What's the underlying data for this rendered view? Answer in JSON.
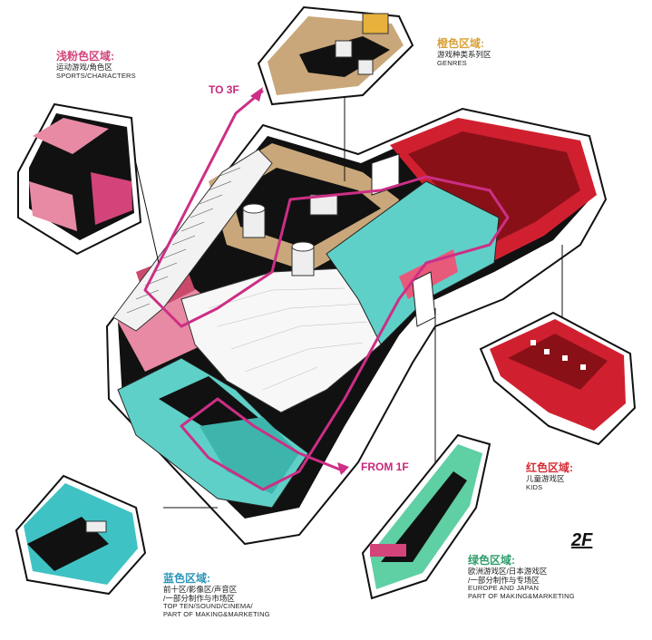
{
  "floor_label": "2F",
  "routes": {
    "to": "TO 3F",
    "from": "FROM 1F"
  },
  "zones": [
    {
      "id": "pink",
      "title": "浅粉色区域:",
      "sub_cn": "运动游戏/角色区",
      "sub_en": "SPORTS/CHARACTERS",
      "color": "#d2447a"
    },
    {
      "id": "orange",
      "title": "橙色区域:",
      "sub_cn": "游戏种类系列区",
      "sub_en": "GENRES",
      "color": "#d9a23a"
    },
    {
      "id": "red",
      "title": "红色区域:",
      "sub_cn": "儿童游戏区",
      "sub_en": "KIDS",
      "color": "#d62b34"
    },
    {
      "id": "green",
      "title": "绿色区域:",
      "sub_cn": "欧洲游戏区/日本游戏区",
      "sub_cn2": "/一部分制作与专场区",
      "sub_en": "EUROPE AND JAPAN",
      "sub_en2": "PART OF MAKING&MARKETING",
      "color": "#2f9e6a"
    },
    {
      "id": "blue",
      "title": "蓝色区域:",
      "sub_cn": "前十区/影像区/声音区",
      "sub_cn2": "/一部分制作与市场区",
      "sub_en": "TOP TEN/SOUND/CINEMA/",
      "sub_en2": "PART OF MAKING&MARKETING",
      "color": "#2b95b8"
    }
  ],
  "colors": {
    "pink_zone": "#e88aa4",
    "pink_dark": "#c94a6b",
    "orange_zone": "#c9a77a",
    "red_zone": "#d02030",
    "teal_zone": "#5fd0c8",
    "green_zone": "#5fcfa4",
    "route": "#cc2f86",
    "floor_dark": "#111111",
    "wall": "#ffffff"
  }
}
